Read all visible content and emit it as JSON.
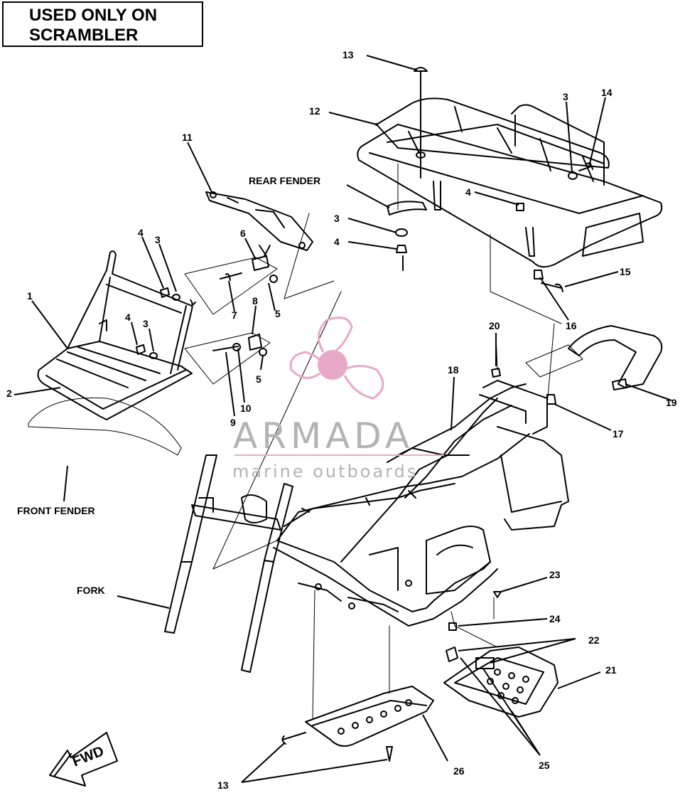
{
  "note": {
    "line1": "USED ONLY ON",
    "line2": "SCRAMBLER"
  },
  "labels": {
    "rear_fender": "REAR FENDER",
    "front_fender": "FRONT FENDER",
    "fork": "FORK",
    "fwd": "FWD"
  },
  "callouts": [
    "13",
    "12",
    "3",
    "14",
    "4",
    "3",
    "4",
    "15",
    "16",
    "11",
    "6",
    "4",
    "3",
    "7",
    "5",
    "1",
    "8",
    "4",
    "3",
    "2",
    "9",
    "10",
    "5",
    "20",
    "18",
    "19",
    "17",
    "23",
    "24",
    "22",
    "21",
    "25",
    "26",
    "13"
  ],
  "watermark": {
    "brand": "ARMADA",
    "tagline": "marine outboards",
    "colors": {
      "logo": "#e8a9c6",
      "text": "#b3b3b3",
      "rule": "#e8a9c6"
    }
  },
  "colors": {
    "ink": "#000000",
    "paper": "#ffffff"
  }
}
